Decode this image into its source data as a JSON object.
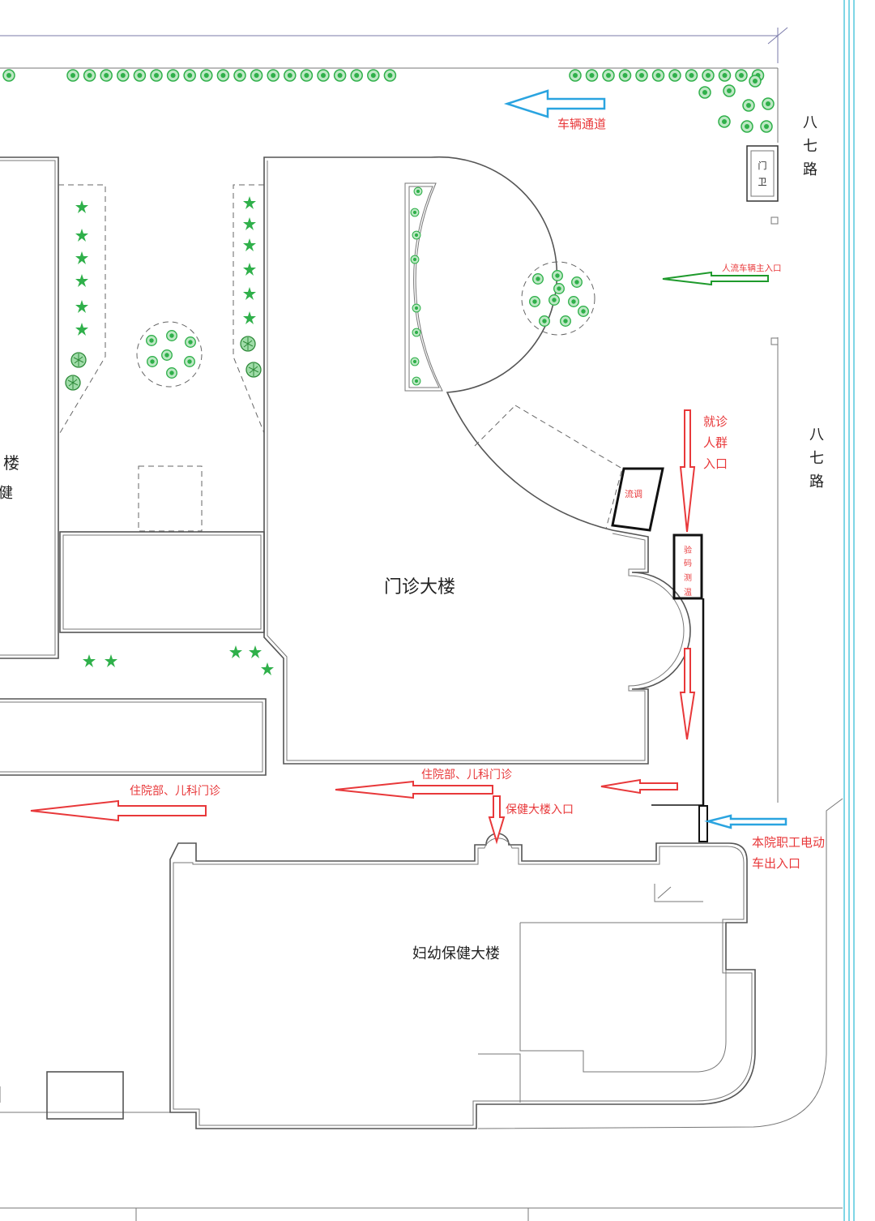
{
  "colors": {
    "annotation_red": "#e8383a",
    "vehicle_arrow_blue": "#2aa4e0",
    "main_entrance_arrow_green": "#1e9a2c",
    "tree_green": "#2fb04a",
    "frame_cyan": "#7fd6e6"
  },
  "roads": {
    "east_road_upper": [
      "八",
      "七",
      "路"
    ],
    "east_road_lower": [
      "八",
      "七",
      "路"
    ]
  },
  "buildings": {
    "outpatient": "门诊大楼",
    "maternal_child": "妇幼保健大楼",
    "west_partial_1": "楼",
    "west_partial_2": "健"
  },
  "facilities": {
    "gate_house": [
      "门",
      "卫"
    ],
    "epidemiology_booth": "流调",
    "code_check_booth": [
      "验",
      "码",
      "测",
      "温"
    ]
  },
  "annotations": {
    "vehicle_lane": "车辆通道",
    "main_entrance": "人流车辆主入口",
    "patient_entrance": [
      "就诊",
      "人群",
      "入口"
    ],
    "inpatient_pediatric_mid": "住院部、儿科门诊",
    "inpatient_pediatric_left": "住院部、儿科门诊",
    "health_building_entrance": "保健大楼入口",
    "staff_ebike_exit": [
      "本院职工电动",
      "车出入口"
    ]
  },
  "icons": {
    "tree": "tree-icon",
    "shrub": "shrub-icon",
    "arrow": "arrow-icon"
  }
}
